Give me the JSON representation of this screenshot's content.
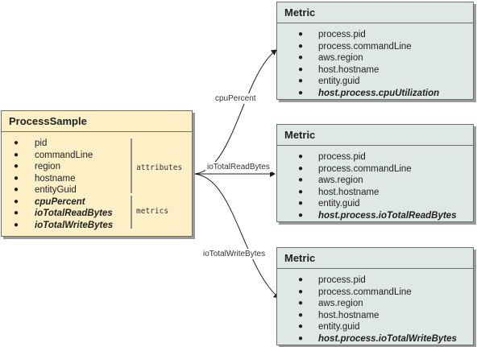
{
  "source": {
    "title": "ProcessSample",
    "attributes": [
      "pid",
      "commandLine",
      "region",
      "hostname",
      "entityGuid"
    ],
    "metrics": [
      "cpuPercent",
      "ioTotalReadBytes",
      "ioTotalWriteBytes"
    ],
    "attributes_label": "attributes",
    "metrics_label": "metrics"
  },
  "targets": [
    {
      "title": "Metric",
      "fields": [
        "process.pid",
        "process.commandLine",
        "aws.region",
        "host.hostname",
        "entity.guid"
      ],
      "metric": "host.process.cpuUtilization",
      "edge_label": "cpuPercent"
    },
    {
      "title": "Metric",
      "fields": [
        "process.pid",
        "process.commandLine",
        "aws.region",
        "host.hostname",
        "entity.guid"
      ],
      "metric": "host.process.ioTotalReadBytes",
      "edge_label": "ioTotalReadBytes"
    },
    {
      "title": "Metric",
      "fields": [
        "process.pid",
        "process.commandLine",
        "aws.region",
        "host.hostname",
        "entity.guid"
      ],
      "metric": "host.process.ioTotalWriteBytes",
      "edge_label": "ioTotalWriteBytes"
    }
  ],
  "bullet_glyph": "●"
}
